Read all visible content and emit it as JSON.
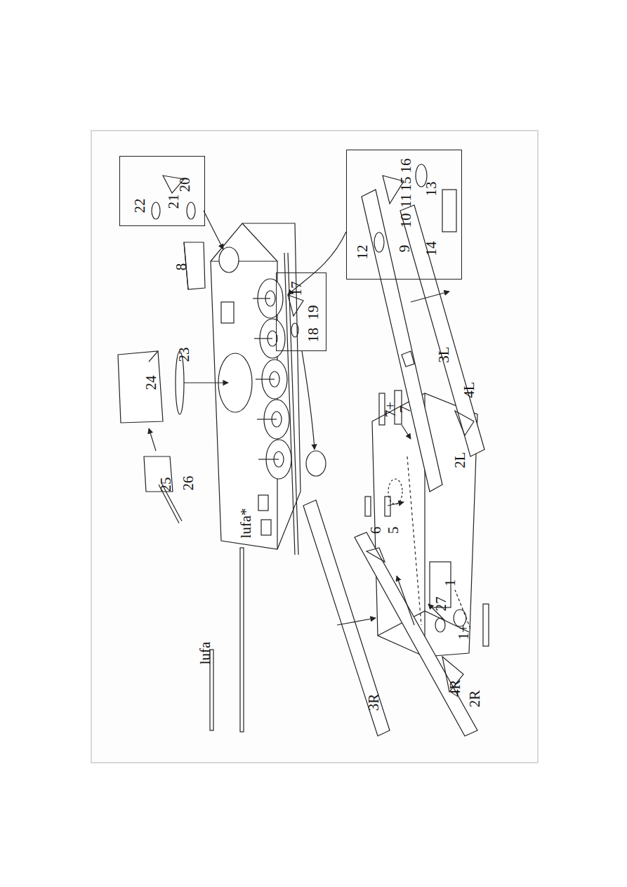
{
  "diagram": {
    "nodes": [
      {
        "text": [
          "22",
          "21",
          "20"
        ]
      },
      {
        "text": [
          "12",
          "9",
          "10",
          "11",
          "15",
          "16",
          "14",
          "13"
        ]
      },
      {
        "text": [
          "17",
          "18",
          "19"
        ]
      }
    ],
    "labels": [
      "lufa",
      "lufa*",
      "25",
      "26",
      "24",
      "23",
      "8",
      "7+",
      "7",
      "6",
      "5",
      "3L",
      "4L",
      "2L",
      "3R",
      "2R",
      "4R",
      "27",
      "1",
      "1+"
    ]
  }
}
